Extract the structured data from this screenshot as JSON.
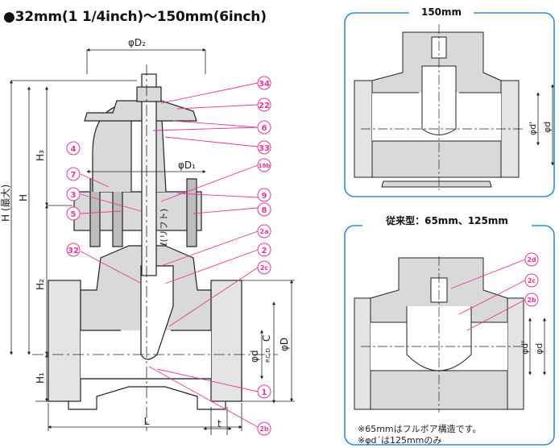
{
  "title": "●32mm(1 1/4inch)〜150mm(6inch)",
  "main": {
    "dims": {
      "phiD2": "φD₂",
      "phiD1": "φD₁",
      "H3": "H₃",
      "H_max": "H (最大)",
      "H": "H",
      "H2": "H₂",
      "H1": "H₁",
      "L": "L",
      "t": "t",
      "phid": "φd",
      "pcd": "P.C.D.",
      "C": "C",
      "phiD": "φD",
      "lift": "ℓ(リフト)"
    },
    "callouts": [
      "34",
      "22",
      "6",
      "33",
      "4",
      "18b",
      "7",
      "3",
      "5",
      "9",
      "8",
      "32",
      "2a",
      "2",
      "2c",
      "1",
      "2b"
    ]
  },
  "panel_top": {
    "header": "150mm",
    "phid_prime": "φd'",
    "phid": "φd"
  },
  "panel_bottom": {
    "header": "従来型：65mm、125mm",
    "callouts": [
      "2d",
      "2c",
      "2b"
    ],
    "phid_prime": "φd'",
    "phid": "φd",
    "note1": "※65mmはフルボア構造です。",
    "note2": "※φd´は125mmのみ"
  },
  "colors": {
    "accent": "#e8379a",
    "panel_border": "#2b8fd6",
    "line": "#222222",
    "body_fill": "#d9d9d9"
  }
}
